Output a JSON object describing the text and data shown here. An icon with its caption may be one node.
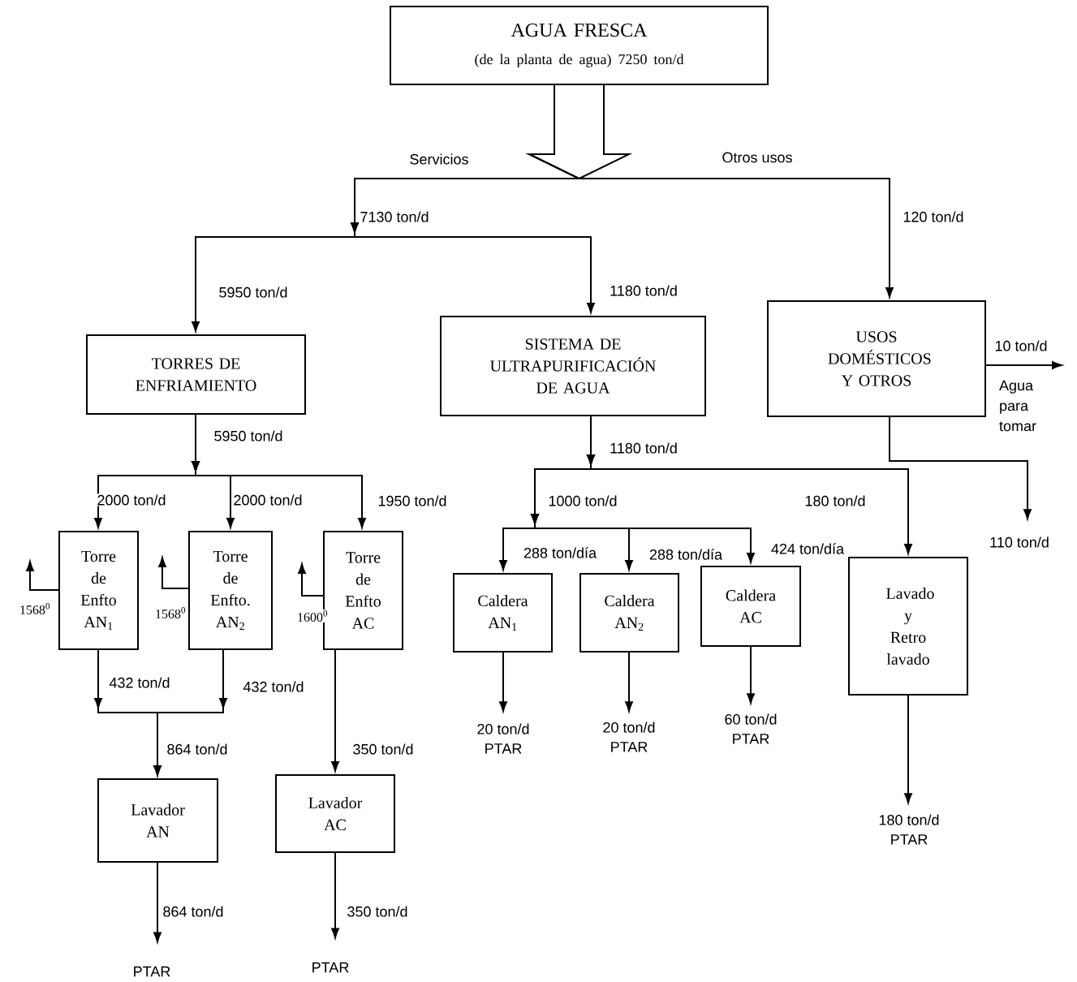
{
  "diagram": {
    "nodes": [
      {
        "text": [
          "AGUA FRESCA",
          "(de la planta de agua) 7250 ton/d"
        ]
      },
      {
        "text": [
          "TORRES DE ENFRIAMIENTO"
        ]
      },
      {
        "text": [
          "SISTEMA DE ULTRAPURIFICACIÓN DE AGUA"
        ]
      },
      {
        "text": [
          "USOS DOMÉSTICOS Y OTROS"
        ]
      },
      {
        "text": [
          "Torre de Enfto AN$_{1}$"
        ]
      },
      {
        "text": [
          "Torre de Enfto. AN$_{2}$"
        ]
      },
      {
        "text": [
          "Torre de Enfto AC"
        ]
      },
      {
        "text": [
          "Caldera AN$_{1}$"
        ]
      },
      {
        "text": [
          "Caldera AN$_{2}$"
        ]
      },
      {
        "text": [
          "Caldera AC"
        ]
      },
      {
        "text": [
          "Lavado y Retro lavado"
        ]
      },
      {
        "text": [
          "110 ton/d"
        ]
      },
      {
        "text": [
          "Lavador AN"
        ]
      },
      {
        "text": [
          "Lavador AC"
        ]
      },
      {
        "text": [
          "20 ton/d",
          "PTAR"
        ]
      },
      {
        "text": [
          "20 ton/d",
          "PTAR"
        ]
      },
      {
        "text": [
          "60 ton/d",
          "PTAR"
        ]
      },
      {
        "text": [
          "180 ton/d",
          "PTAR"
        ]
      },
      {
        "text": [
          "PTAR"
        ]
      },
      {
        "text": [
          "PTAR"
        ]
      }
    ],
    "edges": [
      {
        "from": 0,
        "to": 1,
        "arrow": "to",
        "label": "5950 ton/d"
      },
      {
        "from": 0,
        "to": 2,
        "arrow": "to",
        "label": "1180 ton/d"
      },
      {
        "from": 0,
        "to": 3,
        "arrow": "to",
        "label": "120 ton/d"
      },
      {
        "from": 1,
        "to": 4,
        "arrow": "to",
        "label": "2000 ton/d"
      },
      {
        "from": 1,
        "to": 5,
        "arrow": "to",
        "label": "2000 ton/d"
      },
      {
        "from": 1,
        "to": 6,
        "arrow": "to",
        "label": "1950 ton/d"
      },
      {
        "from": 4,
        "to": null,
        "arrow": "to",
        "label": "1568$^{0}$"
      },
      {
        "from": 5,
        "to": null,
        "arrow": "to",
        "label": "1568$^{0}$"
      },
      {
        "from": 6,
        "to": null,
        "arrow": "to",
        "label": "1600$^{0}$"
      },
      {
        "from": 4,
        "to": 12,
        "arrow": "to",
        "label": "432 ton/d"
      },
      {
        "from": 5,
        "to": 12,
        "arrow": "to",
        "label": "432 ton/d"
      },
      {
        "from": 6,
        "to": 13,
        "arrow": "to",
        "label": "350 ton/d"
      },
      {
        "from": 12,
        "to": 18,
        "arrow": "to",
        "label": "864 ton/d"
      },
      {
        "from": 13,
        "to": 19,
        "arrow": "to",
        "label": "350 ton/d"
      },
      {
        "from": 2,
        "to": 7,
        "arrow": "to",
        "label": "288 ton/día"
      },
      {
        "from": 2,
        "to": 8,
        "arrow": "to",
        "label": "288 ton/día"
      },
      {
        "from": 2,
        "to": 9,
        "arrow": "to",
        "label": "424 ton/día"
      },
      {
        "from": 2,
        "to": 10,
        "arrow": "to",
        "label": "180 ton/d"
      },
      {
        "from": 7,
        "to": 14,
        "arrow": "to"
      },
      {
        "from": 8,
        "to": 15,
        "arrow": "to"
      },
      {
        "from": 9,
        "to": 16,
        "arrow": "to"
      },
      {
        "from": 10,
        "to": 17,
        "arrow": "to"
      },
      {
        "from": 3,
        "to": null,
        "arrow": "to",
        "label": "10 ton/d"
      },
      {
        "from": 3,
        "to": 11,
        "arrow": "to"
      }
    ],
    "labels": [
      "Servicios",
      "Otros usos",
      "7130 ton/d",
      "5950 ton/d",
      "1180 ton/d",
      "1000 ton/d",
      "Agua para tomar",
      "864 ton/d"
    ]
  }
}
